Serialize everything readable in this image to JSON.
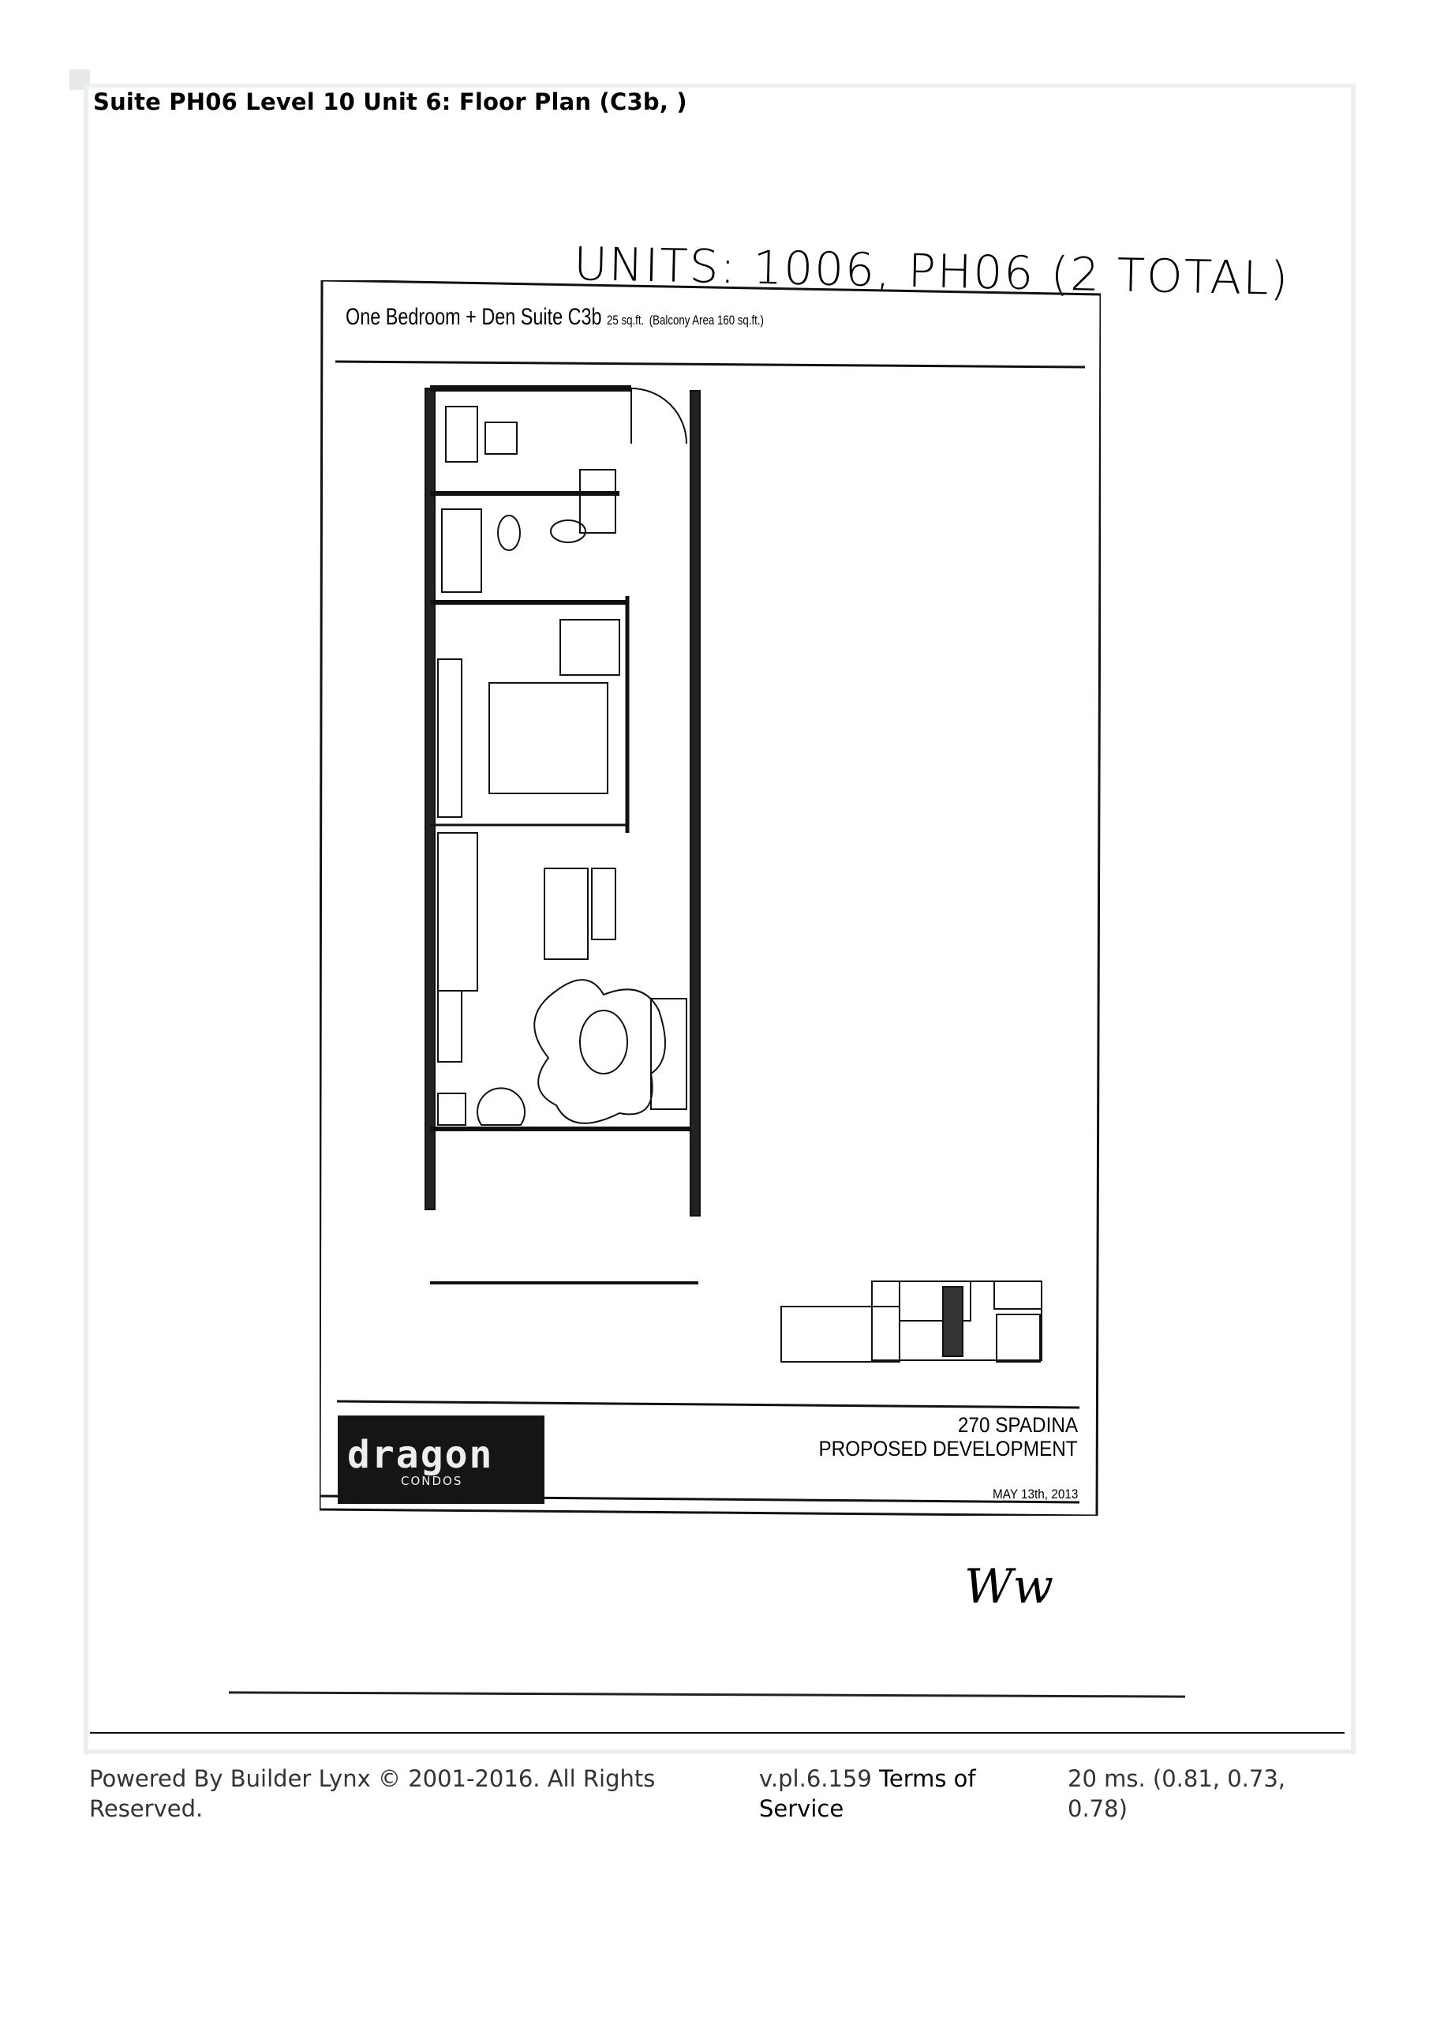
{
  "page": {
    "title": "Suite PH06 Level 10 Unit 6: Floor Plan (C3b, )"
  },
  "floor_plan": {
    "handwritten_note": "UNITS: 1006, PH06 (2 TOTAL)",
    "heading": "One Bedroom + Den Suite C3b",
    "area": "25 sq.ft.",
    "balcony_area": "(Balcony Area  160 sq.ft.)",
    "address": "270 SPADINA",
    "development": "PROPOSED DEVELOPMENT",
    "date": "MAY 13th, 2013",
    "logo_text": "dragon",
    "logo_subtext": "CONDOS"
  },
  "footer": {
    "copyright": "Powered By Builder Lynx © 2001-2016. All Rights Reserved.",
    "version": "v.pl.6.159",
    "terms_link": "Terms of Service",
    "timing": "20 ms. (0.81, 0.73, 0.78)"
  }
}
